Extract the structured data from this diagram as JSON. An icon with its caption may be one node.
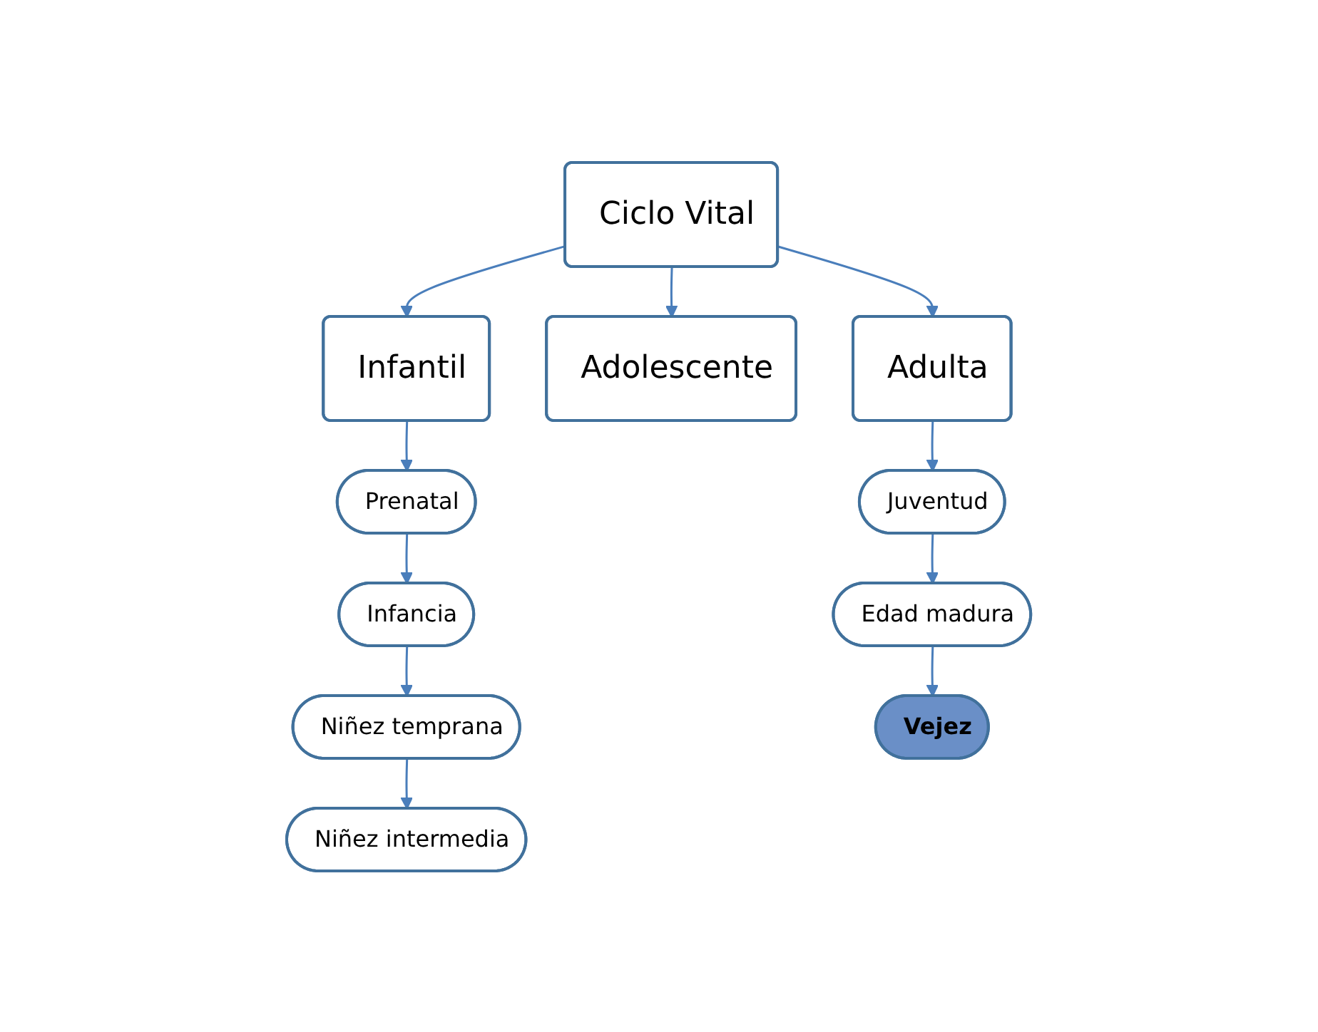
{
  "diagram": {
    "nodes": [
      {
        "text": [
          "Ciclo Vital"
        ]
      },
      {
        "text": [
          "Infantil"
        ]
      },
      {
        "text": [
          "Adolescente"
        ]
      },
      {
        "text": [
          "Adulta"
        ]
      },
      {
        "text": [
          "Prenatal"
        ]
      },
      {
        "text": [
          "Infancia"
        ]
      },
      {
        "text": [
          "Niñez temprana"
        ]
      },
      {
        "text": [
          "Niñez intermedia"
        ]
      },
      {
        "text": [
          "Juventud"
        ]
      },
      {
        "text": [
          "Edad madura"
        ]
      },
      {
        "text": [
          "Vejez"
        ]
      }
    ],
    "edges": [
      {
        "from": 0,
        "to": 1,
        "arrow": "to"
      },
      {
        "from": 0,
        "to": 2,
        "arrow": "to"
      },
      {
        "from": 0,
        "to": 3,
        "arrow": "to"
      },
      {
        "from": 1,
        "to": 4,
        "arrow": "to"
      },
      {
        "from": 4,
        "to": 5,
        "arrow": "to"
      },
      {
        "from": 5,
        "to": 6,
        "arrow": "to"
      },
      {
        "from": 6,
        "to": 7,
        "arrow": "to"
      },
      {
        "from": 3,
        "to": 8,
        "arrow": "to"
      },
      {
        "from": 8,
        "to": 9,
        "arrow": "to"
      },
      {
        "from": 9,
        "to": 10,
        "arrow": "to"
      }
    ]
  }
}
